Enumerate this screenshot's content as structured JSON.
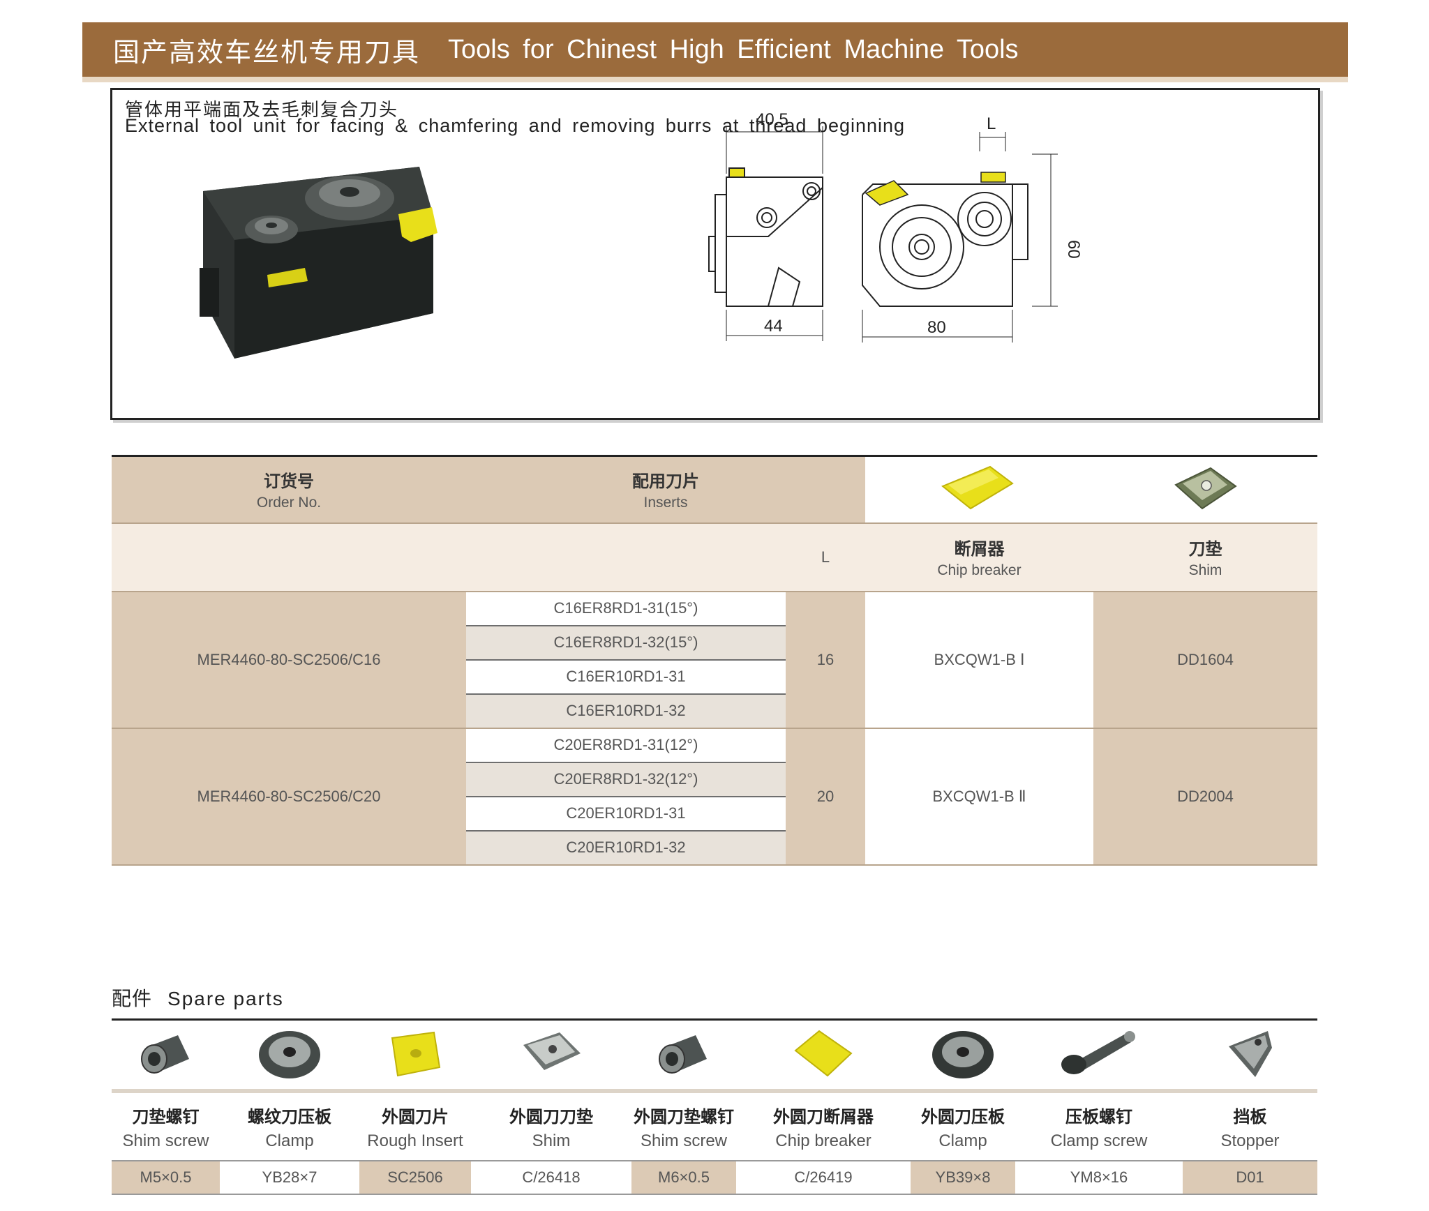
{
  "header": {
    "title_zh": "国产高效车丝机专用刀具",
    "title_en": "Tools for Chinest High Efficient Machine Tools"
  },
  "figure": {
    "title_zh": "管体用平端面及去毛刺复合刀头",
    "title_en": "External tool unit for facing & chamfering and removing burrs at thread beginning",
    "dim_top": "40.5",
    "dim_L": "L",
    "dim_bottom_left": "44",
    "dim_bottom_right": "80",
    "dim_height": "60"
  },
  "order_table": {
    "col_order_zh": "订货号",
    "col_order_en": "Order No.",
    "col_inserts_zh": "配用刀片",
    "col_inserts_en": "Inserts",
    "col_L": "L",
    "col_chip_zh": "断屑器",
    "col_chip_en": "Chip breaker",
    "col_shim_zh": "刀垫",
    "col_shim_en": "Shim",
    "rows": [
      {
        "order_no": "MER4460-80-SC2506/C16",
        "inserts": [
          "C16ER8RD1-31(15°)",
          "C16ER8RD1-32(15°)",
          "C16ER10RD1-31",
          "C16ER10RD1-32"
        ],
        "L": "16",
        "chip_breaker": "BXCQW1-B Ⅰ",
        "shim": "DD1604"
      },
      {
        "order_no": "MER4460-80-SC2506/C20",
        "inserts": [
          "C20ER8RD1-31(12°)",
          "C20ER8RD1-32(12°)",
          "C20ER10RD1-31",
          "C20ER10RD1-32"
        ],
        "L": "20",
        "chip_breaker": "BXCQW1-B Ⅱ",
        "shim": "DD2004"
      }
    ]
  },
  "spare_parts": {
    "title_zh": "配件",
    "title_en": "Spare parts",
    "items": [
      {
        "zh": "刀垫螺钉",
        "en": "Shim screw",
        "code": "M5×0.5",
        "icon": "screw-icon"
      },
      {
        "zh": "螺纹刀压板",
        "en": "Clamp",
        "code": "YB28×7",
        "icon": "clamp-icon"
      },
      {
        "zh": "外圆刀片",
        "en": "Rough Insert",
        "code": "SC2506",
        "icon": "insert-icon"
      },
      {
        "zh": "外圆刀刀垫",
        "en": "Shim",
        "code": "C/26418",
        "icon": "shim-icon"
      },
      {
        "zh": "外圆刀垫螺钉",
        "en": "Shim screw",
        "code": "M6×0.5",
        "icon": "screw-icon"
      },
      {
        "zh": "外圆刀断屑器",
        "en": "Chip breaker",
        "code": "C/26419",
        "icon": "chip-breaker-icon"
      },
      {
        "zh": "外圆刀压板",
        "en": "Clamp",
        "code": "YB39×8",
        "icon": "clamp-icon"
      },
      {
        "zh": "压板螺钉",
        "en": "Clamp screw",
        "code": "YM8×16",
        "icon": "clamp-screw-icon"
      },
      {
        "zh": "挡板",
        "en": "Stopper",
        "code": "D01",
        "icon": "stopper-icon"
      }
    ]
  },
  "colors": {
    "header_bg": "#9b6b3c",
    "table_tan": "#dccab5",
    "insert_yellow": "#e8df1a"
  }
}
